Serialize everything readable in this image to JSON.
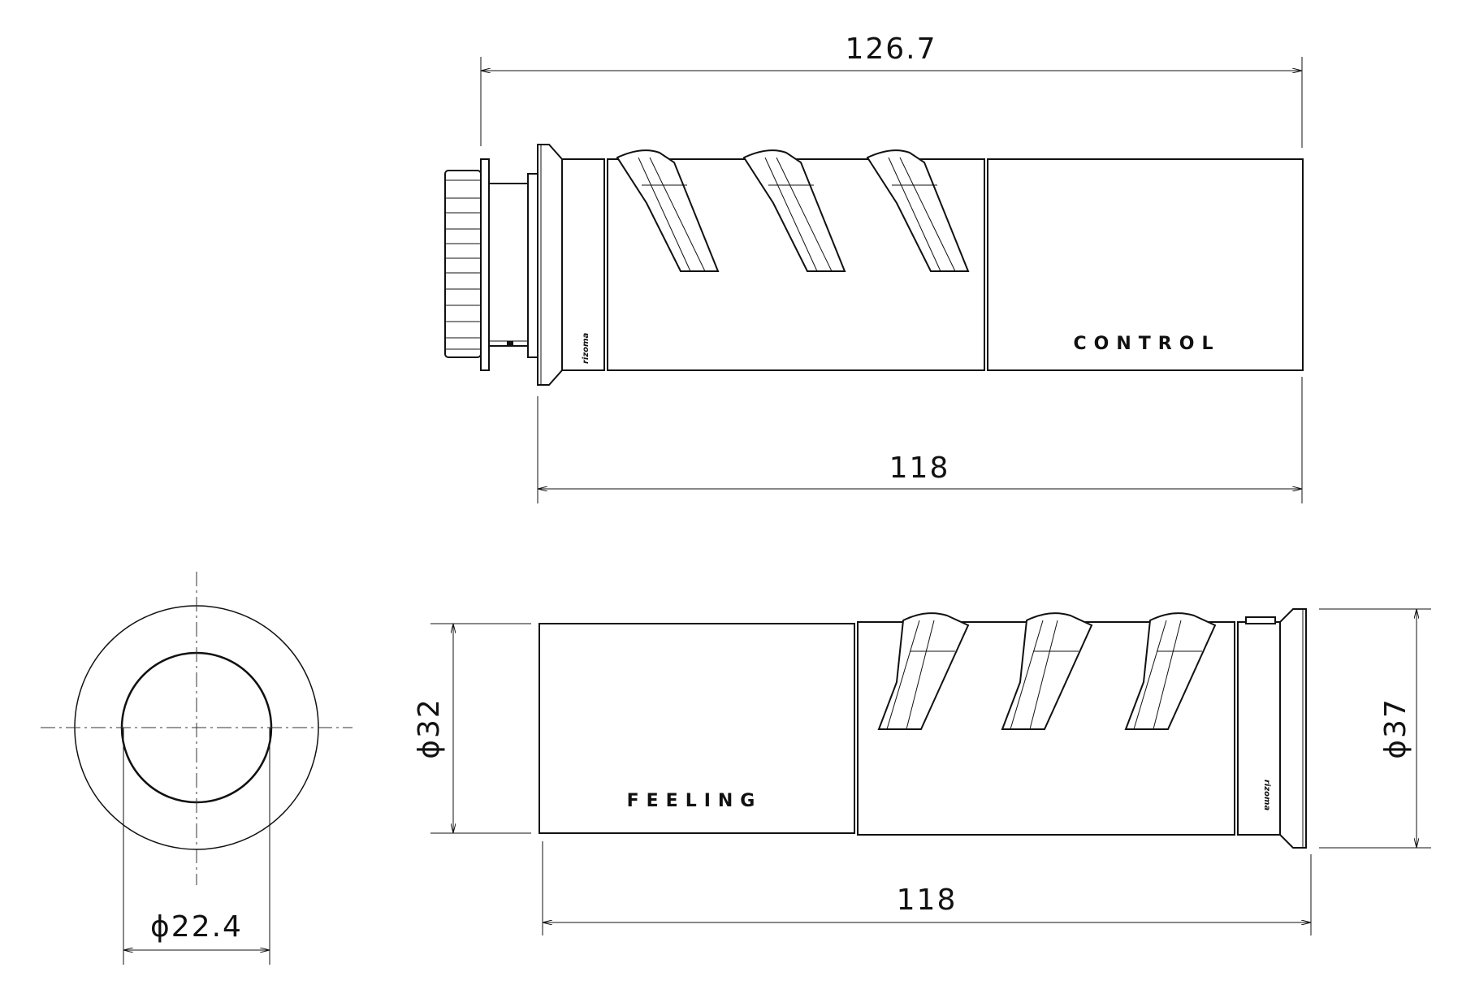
{
  "drawing": {
    "top_view": {
      "overall_length": "126.7",
      "grip_length": "118",
      "label": "CONTROL"
    },
    "bottom_view": {
      "grip_length": "118",
      "left_diameter": "ϕ32",
      "right_diameter": "ϕ37",
      "label": "FEELING"
    },
    "end_view": {
      "inner_diameter": "ϕ22.4"
    },
    "logo": "rizoma"
  }
}
